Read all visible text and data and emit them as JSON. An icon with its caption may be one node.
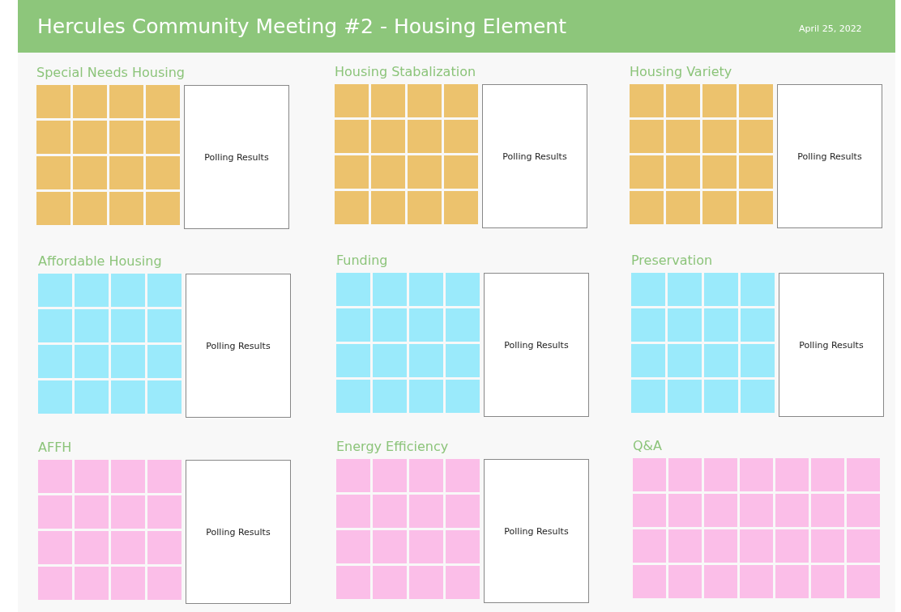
{
  "diagram": {
    "title": "Hercules Community Meeting #2 - Housing Element",
    "nodes": [
      {
        "text": [
          "Polling Results"
        ]
      },
      {
        "text": [
          "Polling Results"
        ]
      },
      {
        "text": [
          "Polling Results"
        ]
      },
      {
        "text": [
          "Polling Results"
        ]
      },
      {
        "text": [
          "Polling Results"
        ]
      },
      {
        "text": [
          "Polling Results"
        ]
      },
      {
        "text": [
          "Polling Results"
        ]
      },
      {
        "text": [
          "Polling Results"
        ]
      }
    ],
    "edges": [],
    "labels": [
      "April 25, 2022",
      "Special Needs Housing",
      "Housing Stabalization",
      "Housing Variety",
      "Affordable Housing",
      "Funding",
      "Preservation",
      "AFFH",
      "Energy Efficiency",
      "Q&A"
    ]
  }
}
